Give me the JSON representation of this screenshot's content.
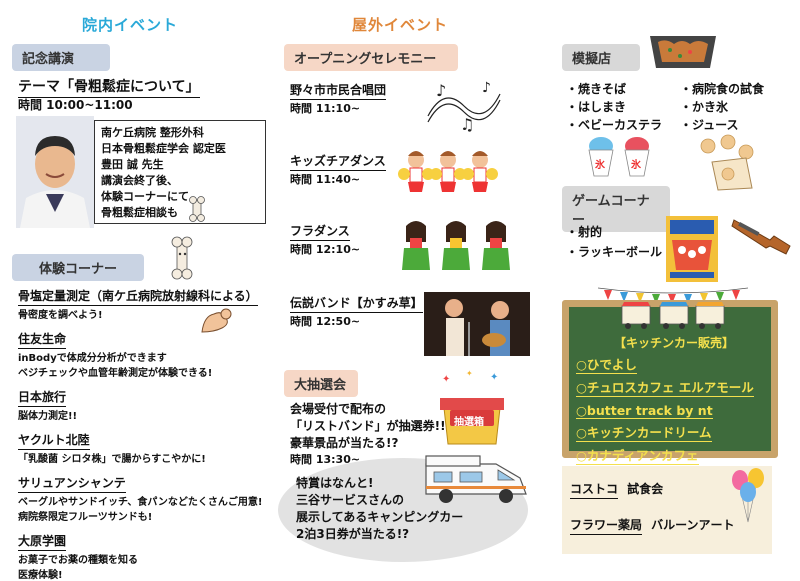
{
  "headers": {
    "inside": "院内イベント",
    "outside": "屋外イベント"
  },
  "lecture": {
    "section": "記念講演",
    "theme": "テーマ「骨粗鬆症について」",
    "time": "時間 10:00~11:00",
    "speaker_lines": [
      "南ケ丘病院 整形外科",
      "日本骨粗鬆症学会 認定医",
      "豊田 誠 先生",
      "講演会終了後、",
      "体験コーナーにて",
      "骨粗鬆症相談も"
    ]
  },
  "experience": {
    "section": "体験コーナー",
    "items": [
      {
        "title": "骨塩定量測定（南ケ丘病院放射線科による）",
        "lines": [
          "骨密度を調べよう!"
        ]
      },
      {
        "title": "住友生命",
        "lines": [
          "inBodyで体成分分析ができます",
          "ベジチェックや血管年齢測定が体験できる!"
        ]
      },
      {
        "title": "日本旅行",
        "lines": [
          "脳体力測定!!"
        ]
      },
      {
        "title": "ヤクルト北陸",
        "lines": [
          "「乳酸菌 シロタ株」で腸からすこやかに!"
        ]
      },
      {
        "title": "サリュアンシャンテ",
        "lines": [
          "ベーグルやサンドイッチ、食パンなどたくさんご用意!",
          "病院祭限定フルーツサンドも!"
        ]
      },
      {
        "title": "大原学園",
        "lines": [
          "お菓子でお薬の種類を知る",
          "医療体験!"
        ]
      }
    ]
  },
  "opening": {
    "section": "オープニングセレモニー",
    "acts": [
      {
        "name": "野々市市民合唱団",
        "time": "時間 11:10~"
      },
      {
        "name": "キッズチアダンス",
        "time": "時間 11:40~"
      },
      {
        "name": "フラダンス",
        "time": "時間 12:10~"
      },
      {
        "name": "伝説バンド【かすみ草】",
        "time": "時間 12:50~"
      }
    ]
  },
  "lottery": {
    "section": "大抽選会",
    "lines": [
      "会場受付で配布の",
      "「リストバンド」が抽選券!!",
      "豪華景品が当たる!?"
    ],
    "time": "時間 13:30~",
    "box_label": "抽選箱",
    "prize_lines": [
      "特賞はなんと!",
      "三谷サービスさんの",
      "展示してあるキャンピングカー",
      "2泊3日券が当たる!?"
    ]
  },
  "stalls": {
    "section": "模擬店",
    "left": [
      "・焼きそば",
      "・はしまき",
      "・ベビーカステラ"
    ],
    "right": [
      "・病院食の試食",
      "・かき氷",
      "・ジュース"
    ],
    "ice_label": "氷"
  },
  "games": {
    "section": "ゲームコーナー",
    "items": [
      "・射的",
      "・ラッキーボール"
    ]
  },
  "kitchen": {
    "title": "【キッチンカー販売】",
    "items": [
      "○ひでよし",
      "○チュロスカフェ エルアモール",
      "○butter track by nt",
      "○キッチンカードリーム",
      "○カナディアンカフェ"
    ]
  },
  "bottom": {
    "rows": [
      {
        "name": "コストコ",
        "desc": "試食会"
      },
      {
        "name": "フラワー薬局",
        "desc": "バルーンアート"
      }
    ]
  }
}
